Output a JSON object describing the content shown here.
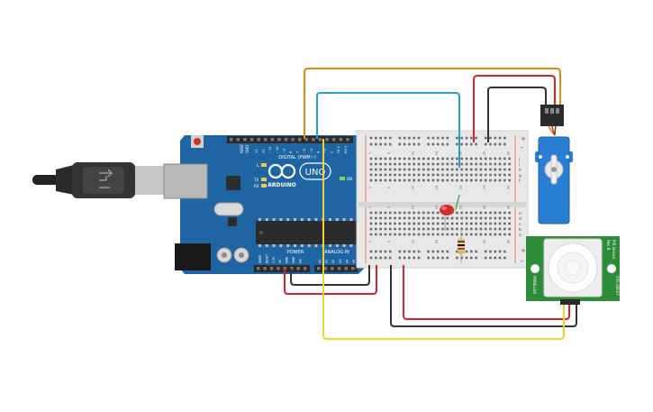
{
  "arduino": {
    "brand": "ARDUINO",
    "model": "UNO",
    "digital_label": "DIGITAL (PWM~)",
    "power_label": "POWER",
    "analog_label": "ANALOG IN",
    "on_label": "ON",
    "l_label": "L",
    "tx_label": "TX",
    "rx_label": "RX",
    "aref_label": "AREF",
    "gnd_label": "GND",
    "power_pins": [
      "IOREF",
      "RESET",
      "3.3V",
      "5V",
      "GND",
      "GND",
      "Vin"
    ],
    "analog_pins": [
      "A0",
      "A1",
      "A2",
      "A3",
      "A4",
      "A5"
    ],
    "digital_pins": [
      "13",
      "12",
      "~11",
      "~10",
      "~9",
      "8",
      "7",
      "~6",
      "~5",
      "4",
      "~3",
      "2",
      "TX 1",
      "RX 0"
    ]
  },
  "breadboard": {
    "row_letters": [
      "a",
      "b",
      "c",
      "d",
      "e",
      "f",
      "g",
      "h",
      "i",
      "j"
    ],
    "col_numbers": [
      "1",
      "5",
      "10",
      "15",
      "20",
      "25",
      "30"
    ],
    "plus": "+",
    "minus": "-"
  },
  "pir": {
    "name": "PIR Sensor",
    "part": "Rev B",
    "maker": "PARALLAX",
    "code": "555-28027"
  },
  "colors": {
    "board": "#1f64a3",
    "wire_orange": "#e8890c",
    "wire_blue": "#2a9fc4",
    "wire_red": "#d8232a",
    "wire_black": "#333333",
    "wire_yellow": "#f2d22e",
    "servo": "#2a7fd4",
    "pir_board": "#2e8b3a",
    "led": "#d0302a"
  }
}
